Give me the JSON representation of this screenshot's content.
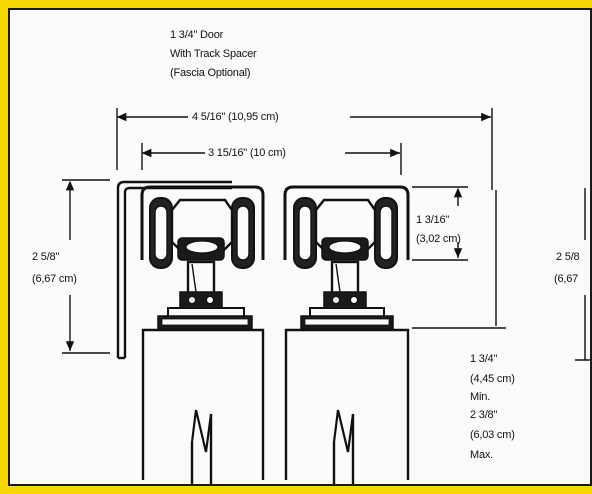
{
  "diagram": {
    "title": {
      "line1": "1 3/4\" Door",
      "line2": "With Track Spacer",
      "line3": "(Fascia Optional)"
    },
    "dimensions": {
      "overall_width": "4 5/16\" (10,95 cm)",
      "track_width": "3 15/16\" (10 cm)",
      "left_height_in": "2 5/8\"",
      "left_height_cm": "(6,67 cm)",
      "roller_height_in": "1 3/16\"",
      "roller_height_cm": "(3,02 cm)",
      "right_height_in": "2 5/8",
      "right_height_cm": "(6,67",
      "gap_min_in": "1 3/4\"",
      "gap_min_cm": "(4,45 cm)",
      "gap_min_label": "Min.",
      "gap_max_in": "2 3/8\"",
      "gap_max_cm": "(6,03 cm)",
      "gap_max_label": "Max."
    },
    "colors": {
      "border_yellow": "#f5d800",
      "line": "#111111",
      "background": "#fbfbfb"
    }
  }
}
